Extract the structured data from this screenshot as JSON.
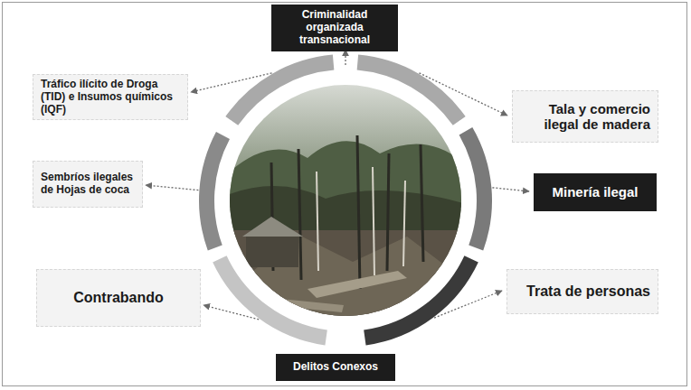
{
  "diagram": {
    "nodes": [
      {
        "text": [
          "Criminalidad organizada transnacional"
        ]
      },
      {
        "text": [
          "Tráfico ilícito de Droga (TID) e Insumos químicos (IQF)"
        ]
      },
      {
        "text": [
          "Tala y comercio ilegal de madera"
        ]
      },
      {
        "text": [
          "Sembríos ilegales de Hojas de coca"
        ]
      },
      {
        "text": [
          "Minería ilegal"
        ]
      },
      {
        "text": [
          "Contrabando"
        ]
      },
      {
        "text": [
          "Trata de personas"
        ]
      },
      {
        "text": [
          "Delitos Conexos"
        ]
      }
    ]
  }
}
